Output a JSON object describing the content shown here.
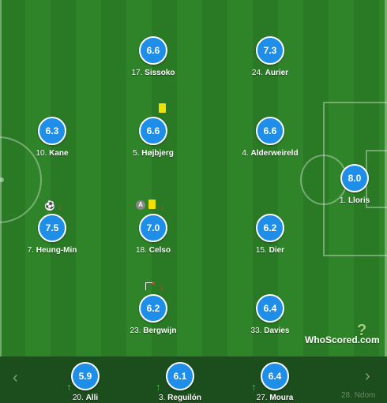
{
  "brand": "WhoScored.com",
  "players": {
    "sissoko": {
      "rating": "6.6",
      "num": "17.",
      "name": "Sissoko"
    },
    "aurier": {
      "rating": "7.3",
      "num": "24.",
      "name": "Aurier"
    },
    "kane": {
      "rating": "6.3",
      "num": "10.",
      "name": "Kane"
    },
    "hojbjerg": {
      "rating": "6.6",
      "num": "5.",
      "name": "Højbjerg"
    },
    "alderweireld": {
      "rating": "6.6",
      "num": "4.",
      "name": "Alderweireld"
    },
    "lloris": {
      "rating": "8.0",
      "num": "1.",
      "name": "Lloris"
    },
    "son": {
      "rating": "7.5",
      "num": "7.",
      "name": "Heung-Min"
    },
    "celso": {
      "rating": "7.0",
      "num": "18.",
      "name": "Celso"
    },
    "dier": {
      "rating": "6.2",
      "num": "15.",
      "name": "Dier"
    },
    "bergwijn": {
      "rating": "6.2",
      "num": "23.",
      "name": "Bergwijn"
    },
    "davies": {
      "rating": "6.4",
      "num": "33.",
      "name": "Davies"
    }
  },
  "events": {
    "captain": "A",
    "goal": "⚽",
    "sub_off": "↓",
    "sub_on": "↑"
  },
  "bench": {
    "prev_arrow": "‹",
    "next_arrow": "›",
    "players": [
      {
        "rating": "5.9",
        "num": "20.",
        "name": "Alli"
      },
      {
        "rating": "6.1",
        "num": "3.",
        "name": "Reguilón"
      },
      {
        "rating": "6.4",
        "num": "27.",
        "name": "Moura"
      },
      {
        "rating": "",
        "num": "28.",
        "name": "Ndom"
      }
    ]
  },
  "colors": {
    "rating_bg": "#1f8ee8",
    "yellow_card": "#f2e000",
    "sub_off": "#e33",
    "sub_on": "#37d437"
  }
}
